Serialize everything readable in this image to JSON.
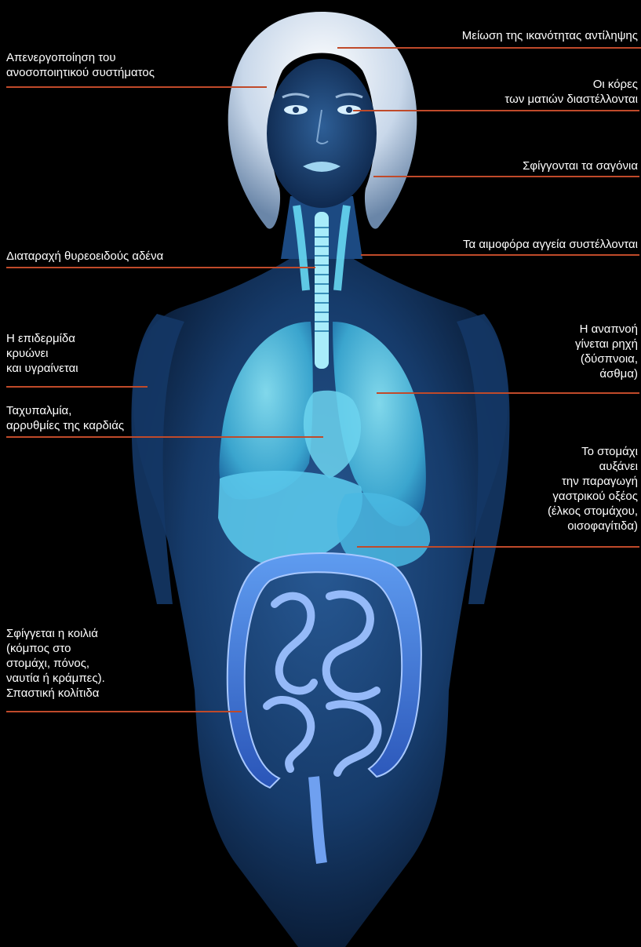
{
  "labels": {
    "perception": [
      "Μείωση της ικανότητας αντίληψης"
    ],
    "immune": [
      "Απενεργοποίηση του",
      "ανοσοποιητικού συστήματος"
    ],
    "pupils": [
      "Οι κόρες",
      "των ματιών διαστέλλονται"
    ],
    "jaws": [
      "Σφίγγονται τα σαγόνια"
    ],
    "thyroid": [
      "Διαταραχή θυρεοειδούς αδένα"
    ],
    "vessels": [
      "Τα αιμοφόρα αγγεία συστέλλονται"
    ],
    "skin": [
      "Η επιδερμίδα",
      "κρυώνει",
      "και υγραίνεται"
    ],
    "breathing": [
      "Η αναπνοή",
      "γίνεται ρηχή",
      "(δύσπνοια,",
      "άσθμα)"
    ],
    "heart": [
      "Ταχυπαλμία,",
      "αρρυθμίες της καρδιάς"
    ],
    "stomach": [
      "Το στομάχι",
      "αυξάνει",
      "την παραγωγή",
      "γαστρικού οξέος",
      "(έλκος στομάχου,",
      "οισοφαγίτιδα)"
    ],
    "belly": [
      "Σφίγγεται η κοιλιά",
      "(κόμπος στο",
      "στομάχι, πόνος,",
      "ναυτία ή κράμπες).",
      "Σπαστική κολίτιδα"
    ]
  },
  "colors": {
    "background": "#000000",
    "leader_line": "#c04a2a",
    "body_blue": "#1f4f8f",
    "organ_cyan": "#4fc8e8",
    "intestine_blue": "#3a6fd8"
  }
}
